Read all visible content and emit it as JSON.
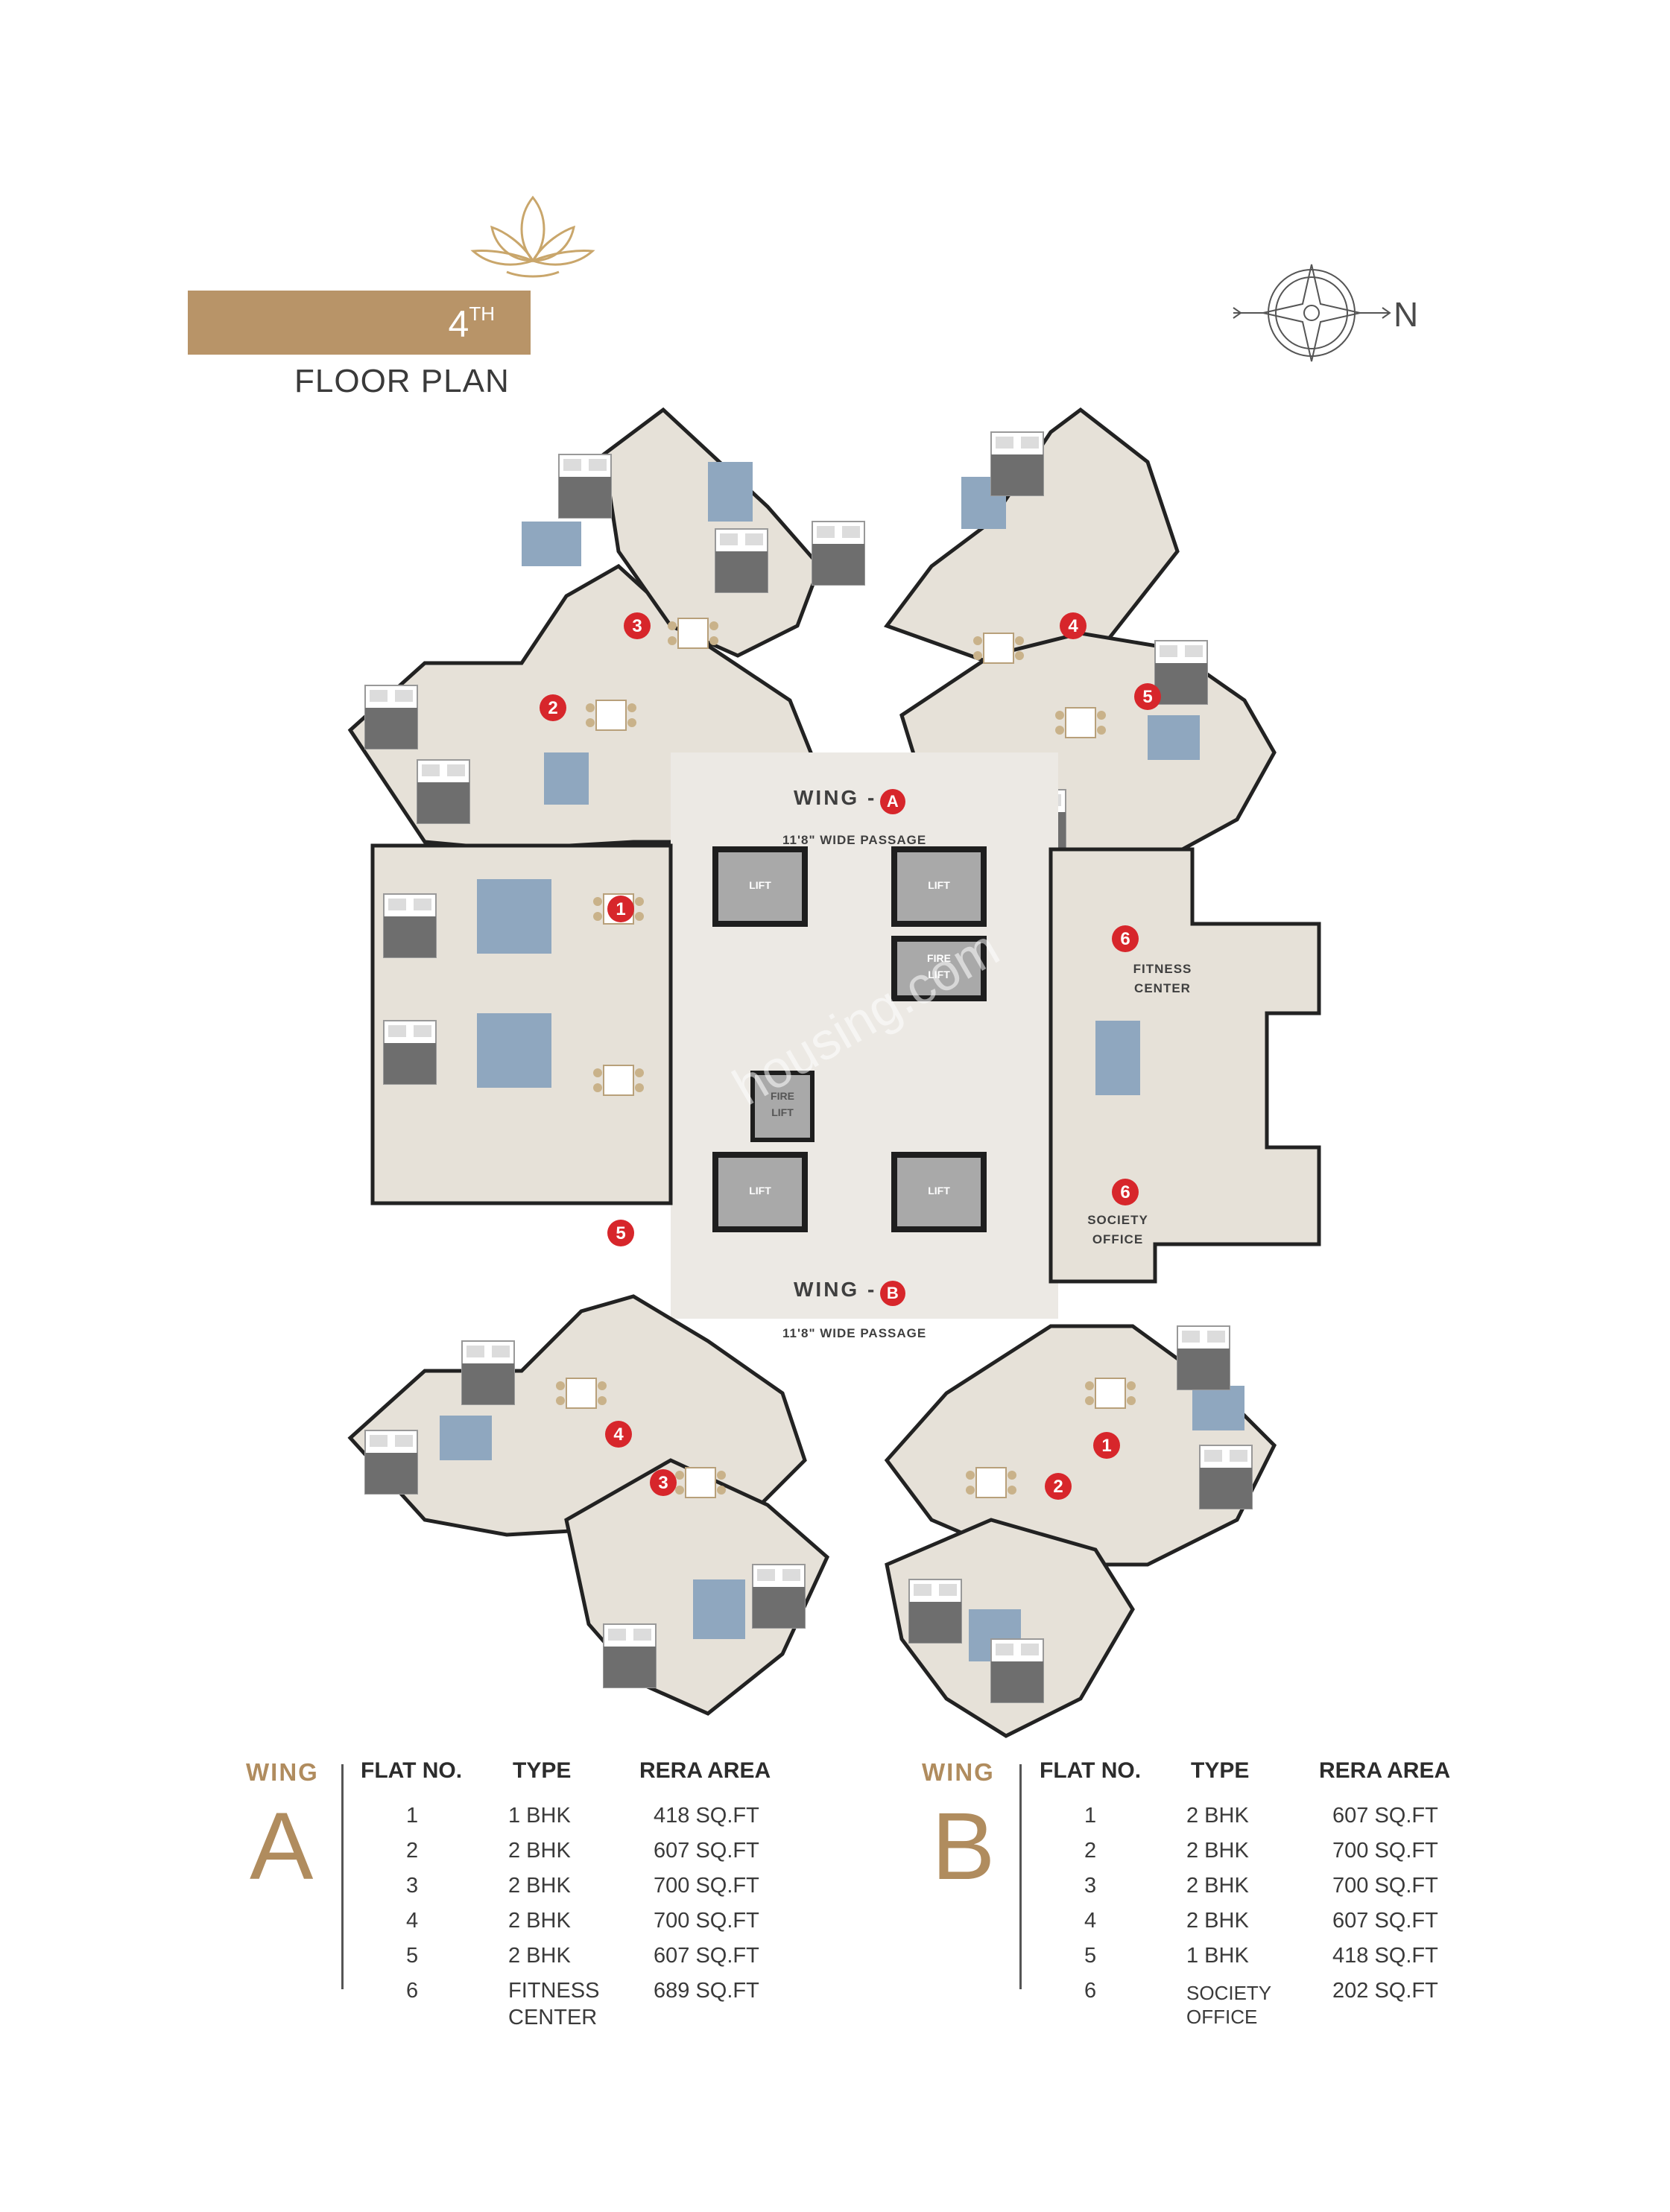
{
  "header": {
    "floor_number": "4",
    "floor_suffix": "TH",
    "subtitle": "FLOOR PLAN",
    "compass_direction": "N"
  },
  "colors": {
    "gold": "#b89468",
    "wing_text": "#b08c5e",
    "marker_red": "#d7262b",
    "floor_tile": "#e4dfd6",
    "bath_blue": "#8fa7bf",
    "lift_grey": "#a8a8a8"
  },
  "plan": {
    "wing_a_prefix": "WING -",
    "wing_a_letter": "A",
    "wing_a_passage": "11'8\" WIDE PASSAGE",
    "wing_b_prefix": "WING -",
    "wing_b_letter": "B",
    "wing_b_passage": "11'8\" WIDE PASSAGE",
    "lift": "LIFT",
    "fire_lift_1": "FIRE",
    "fire_lift_2": "LIFT",
    "fitness_1": "FITNESS",
    "fitness_2": "CENTER",
    "society_1": "SOCIETY",
    "society_2": "OFFICE",
    "markers_wing_a": [
      "1",
      "2",
      "3",
      "4",
      "5",
      "6"
    ],
    "markers_wing_b": [
      "1",
      "2",
      "3",
      "4",
      "5",
      "6"
    ],
    "watermark": "housing.com"
  },
  "table": {
    "headers": {
      "wing": "WING",
      "flat_no": "FLAT NO.",
      "type": "TYPE",
      "rera_area": "RERA AREA"
    },
    "wing_a": {
      "letter": "A",
      "rows": [
        {
          "flat": "1",
          "type": "1 BHK",
          "area": "418 SQ.FT"
        },
        {
          "flat": "2",
          "type": "2 BHK",
          "area": "607 SQ.FT"
        },
        {
          "flat": "3",
          "type": "2 BHK",
          "area": "700 SQ.FT"
        },
        {
          "flat": "4",
          "type": "2 BHK",
          "area": "700 SQ.FT"
        },
        {
          "flat": "5",
          "type": "2 BHK",
          "area": "607 SQ.FT"
        },
        {
          "flat": "6",
          "type": "FITNESS",
          "type2": "CENTER",
          "area": "689 SQ.FT"
        }
      ]
    },
    "wing_b": {
      "letter": "B",
      "rows": [
        {
          "flat": "1",
          "type": "2 BHK",
          "area": "607 SQ.FT"
        },
        {
          "flat": "2",
          "type": "2 BHK",
          "area": "700 SQ.FT"
        },
        {
          "flat": "3",
          "type": "2 BHK",
          "area": "700 SQ.FT"
        },
        {
          "flat": "4",
          "type": "2 BHK",
          "area": "607 SQ.FT"
        },
        {
          "flat": "5",
          "type": "1 BHK",
          "area": "418 SQ.FT"
        },
        {
          "flat": "6",
          "type": "SOCIETY",
          "type2": "OFFICE",
          "area": "202 SQ.FT"
        }
      ]
    }
  }
}
